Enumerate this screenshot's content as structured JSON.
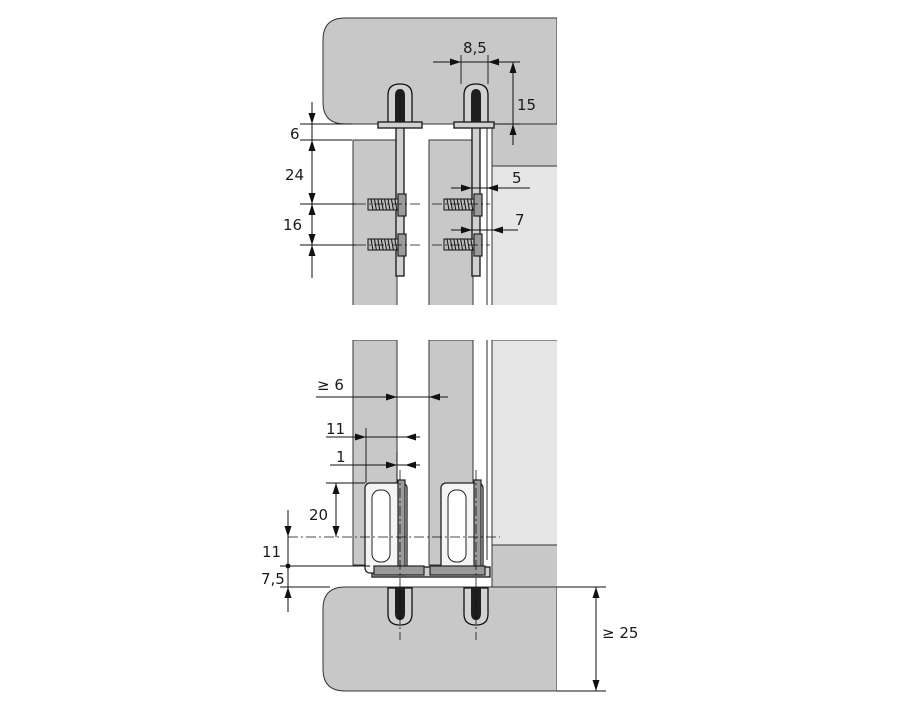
{
  "dimensions": {
    "top_rail_spacing": "8,5",
    "top_rail_depth": "15",
    "top_offset": "6",
    "screw_offset": "24",
    "screw_spacing": "16",
    "clearance_5": "5",
    "clearance_7": "7",
    "min_gap": "≥ 6",
    "bottom_11_horizontal": "11",
    "bottom_1": "1",
    "roller_20": "20",
    "bottom_11_vertical": "11",
    "bottom_7_5": "7,5",
    "min_thickness": "≥ 25"
  },
  "colors": {
    "panel": "#c8c8c8",
    "light_panel": "#e6e6e6",
    "line": "#111111"
  }
}
